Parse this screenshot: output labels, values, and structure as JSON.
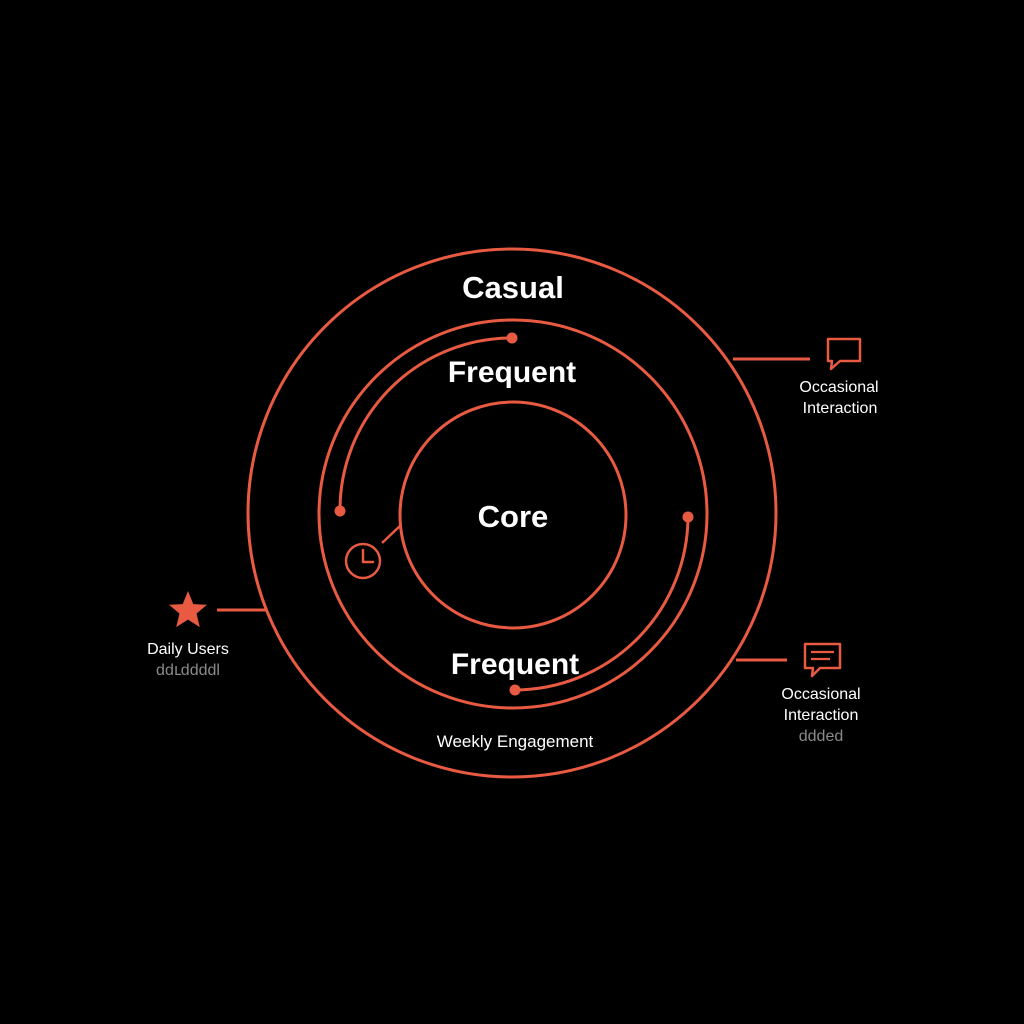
{
  "theme": {
    "background": "#000000",
    "accent": "#e85a42",
    "text": "#ffffff",
    "muted_text": "#8a8a8a"
  },
  "diagram": {
    "rings": {
      "outer_label": "Casual",
      "middle_top_label": "Frequent",
      "middle_bottom_label": "Frequent",
      "core_label": "Core",
      "bottom_caption": "Weekly Engagement"
    },
    "left_callout": {
      "icon": "star-icon",
      "label": "Daily Users",
      "sublabel": "ddւddddl"
    },
    "right_top_callout": {
      "icon": "chat-bubble-icon",
      "line1": "Occasional",
      "line2": "Interaction"
    },
    "right_bottom_callout": {
      "icon": "message-lines-icon",
      "line1": "Occasional",
      "line2": "Interaction",
      "sublabel": "ddded"
    },
    "inner_marker": {
      "icon": "clock-icon"
    }
  }
}
